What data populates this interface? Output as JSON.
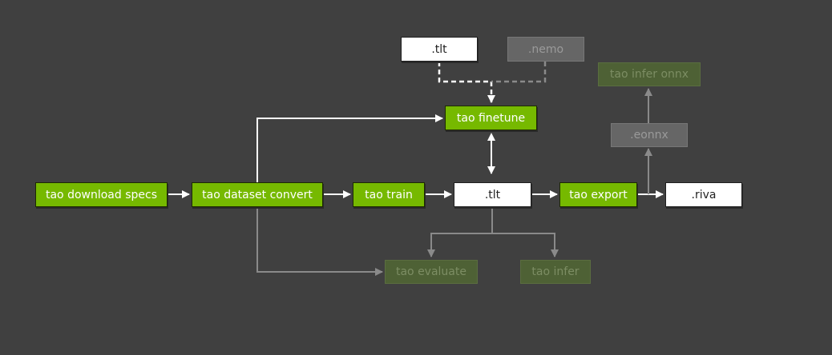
{
  "nodes": {
    "tlt_top": ".tlt",
    "nemo": ".nemo",
    "tao_infer_onnx": "tao infer onnx",
    "tao_finetune": "tao finetune",
    "eonnx": ".eonnx",
    "tao_download_specs": "tao download specs",
    "tao_dataset_convert": "tao dataset convert",
    "tao_train": "tao train",
    "tlt_mid": ".tlt",
    "tao_export": "tao export",
    "riva": ".riva",
    "tao_evaluate": "tao evaluate",
    "tao_infer": "tao infer"
  },
  "colors": {
    "background": "#404040",
    "primary_node": "#76b900",
    "artifact_node": "#ffffff",
    "inactive_node": "#4e6135",
    "inactive_artifact": "#666666",
    "active_edge": "#ffffff",
    "inactive_edge": "#8a8a8a"
  }
}
